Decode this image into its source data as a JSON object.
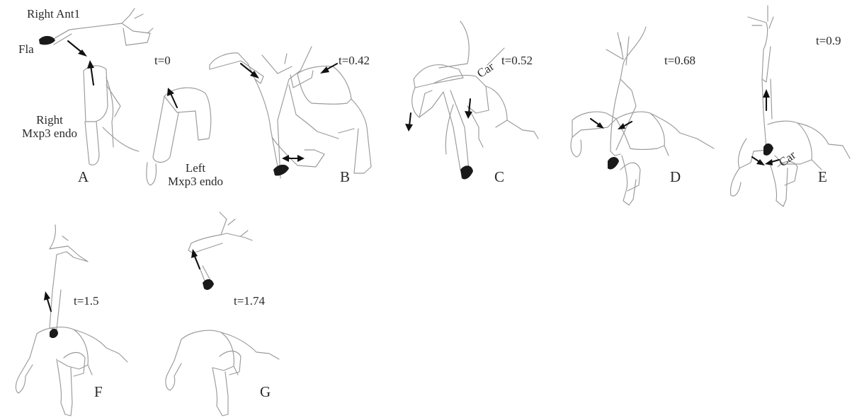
{
  "panels": [
    {
      "id": "A",
      "letter": "A",
      "time": "t=0"
    },
    {
      "id": "B",
      "letter": "B",
      "time": "t=0.42"
    },
    {
      "id": "C",
      "letter": "C",
      "time": "t=0.52"
    },
    {
      "id": "D",
      "letter": "D",
      "time": "t=0.68"
    },
    {
      "id": "E",
      "letter": "E",
      "time": "t=0.9"
    },
    {
      "id": "F",
      "letter": "F",
      "time": "t=1.5"
    },
    {
      "id": "G",
      "letter": "G",
      "time": "t=1.74"
    }
  ],
  "labels": {
    "right_ant1": "Right Ant1",
    "fla": "Fla",
    "right_mxp3_line1": "Right",
    "right_mxp3_line2": "Mxp3 endo",
    "left_mxp3_line1": "Left",
    "left_mxp3_line2": "Mxp3 endo",
    "car_c": "Car",
    "car_e": "Car"
  },
  "colors": {
    "line": "#9a9a9a",
    "arrow": "#111111",
    "flagellum": "#1a1a1a"
  }
}
